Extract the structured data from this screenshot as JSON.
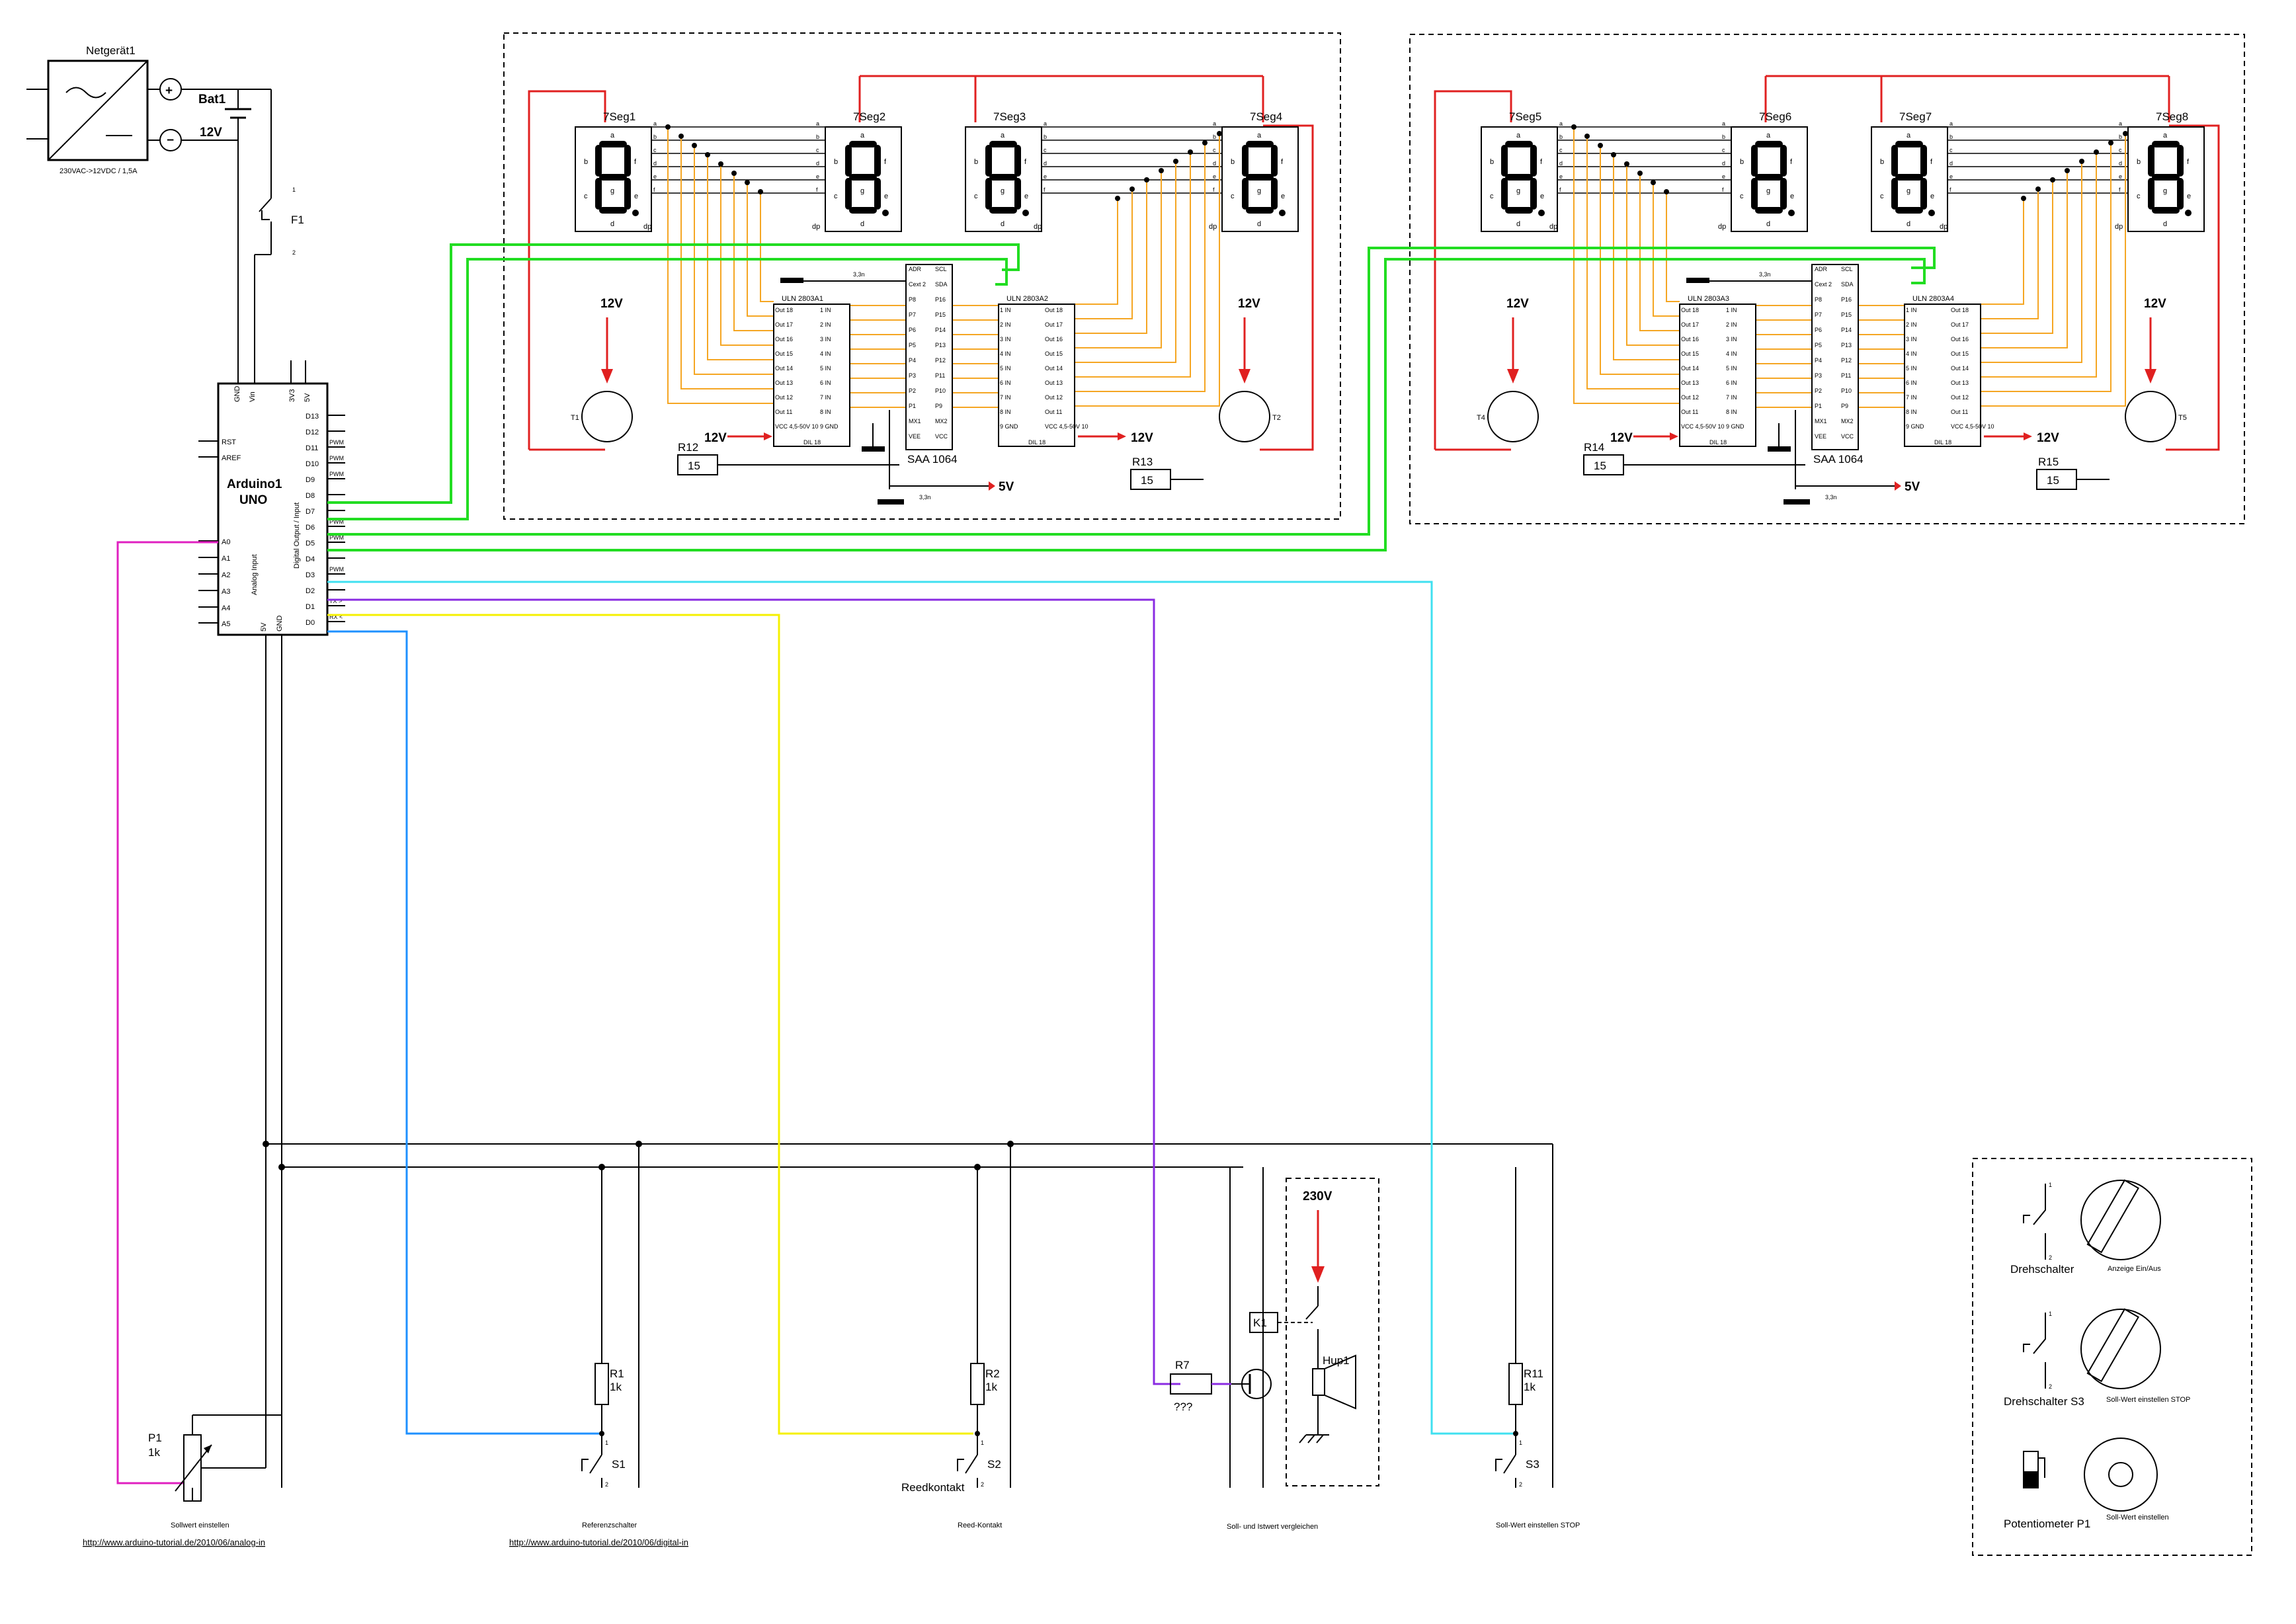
{
  "power": {
    "netzgeraet": "Netgerät1",
    "netzgeraet_spec": "230VAC->12VDC / 1,5A",
    "battery": "Bat1",
    "battery_voltage": "12V",
    "fuse": "F1"
  },
  "arduino": {
    "name": "Arduino1",
    "model": "UNO",
    "digital_label": "Digital Output / Input",
    "analog_label": "Analog Input",
    "top_pins": [
      "GND",
      "Vin",
      "3V3",
      "5V"
    ],
    "left_pins": [
      "RST",
      "AREF",
      "A0",
      "A1",
      "A2",
      "A3",
      "A4",
      "A5"
    ],
    "right_pins": [
      "D13",
      "D12",
      "D11",
      "D10",
      "D9",
      "D8",
      "D7",
      "D6",
      "D5",
      "D4",
      "D3",
      "D2",
      "D1",
      "D0"
    ],
    "pwm": "PWM",
    "tx": "TX >",
    "rx": "RX <",
    "bottom_pins": [
      "5V",
      "GND"
    ]
  },
  "displays": {
    "digits": [
      "7Seg1",
      "7Seg2",
      "7Seg3",
      "7Seg4",
      "7Seg5",
      "7Seg6",
      "7Seg7",
      "7Seg8"
    ],
    "segments": [
      "a",
      "b",
      "c",
      "d",
      "e",
      "f",
      "g",
      "dp"
    ],
    "drivers": [
      "ULN 2803A1",
      "ULN 2803A2",
      "ULN 2803A3",
      "ULN 2803A4"
    ],
    "controller": "SAA 1064",
    "transistors": [
      "T1",
      "T2",
      "T4",
      "T5"
    ],
    "resistors": [
      "R12",
      "R13",
      "R14",
      "R15"
    ],
    "resistor_value": "15",
    "v12": "12V",
    "v5": "5V",
    "cap": "3,3n",
    "saa_left": [
      "ADR",
      "Cext 2",
      "P8",
      "P7",
      "P6",
      "P5",
      "P4",
      "P3",
      "P2",
      "P1",
      "MX1",
      "VEE"
    ],
    "saa_right": [
      "SCL",
      "SDA",
      "P16",
      "P15",
      "P14",
      "P13",
      "P12",
      "P11",
      "P10",
      "P9",
      "MX2",
      "VCC"
    ],
    "uln_outs": [
      "Out 18",
      "Out 17",
      "Out 16",
      "Out 15",
      "Out 14",
      "Out 13",
      "Out 12",
      "Out 11",
      "VCC 4,5-50V 10"
    ],
    "uln_ins": [
      "1 IN",
      "2 IN",
      "3 IN",
      "4 IN",
      "5 IN",
      "6 IN",
      "7 IN",
      "8 IN",
      "9 GND"
    ],
    "dil": "DIL 18"
  },
  "bottom": {
    "p1": "P1",
    "p1_value": "1k",
    "p1_caption": "Sollwert einstellen",
    "p1_link": "http://www.arduino-tutorial.de/2010/06/analog-in",
    "r1": "R1",
    "r2": "R2",
    "r7": "R7",
    "r11": "R11",
    "r_value": "1k",
    "r7_value": "???",
    "s1": "S1",
    "s2": "S2",
    "s3": "S3",
    "reedkontakt": "Reedkontakt",
    "s1_caption": "Referenzschalter",
    "s1_link": "http://www.arduino-tutorial.de/2010/06/digital-in",
    "s2_caption": "Reed-Kontakt",
    "k1": "K1",
    "hup": "Hup1",
    "v230": "230V",
    "k_caption": "Soll- und Istwert vergleichen",
    "s3_caption": "Soll-Wert einstellen STOP",
    "pin1": "1",
    "pin2": "2"
  },
  "legend": {
    "drehschalter": "Drehschalter",
    "drehschalter_caption": "Anzeige Ein/Aus",
    "drehschalter_s3": "Drehschalter S3",
    "drehschalter_s3_caption": "Soll-Wert einstellen STOP",
    "potentiometer": "Potentiometer P1",
    "potentiometer_caption": "Soll-Wert einstellen"
  },
  "colors": {
    "red": "#e02020",
    "green": "#22dd22",
    "orange": "#f5a623",
    "magenta": "#e020c0",
    "blue": "#1e90ff",
    "yellow": "#f5f000",
    "purple": "#8a2be2",
    "cyan": "#3fe0f0"
  }
}
